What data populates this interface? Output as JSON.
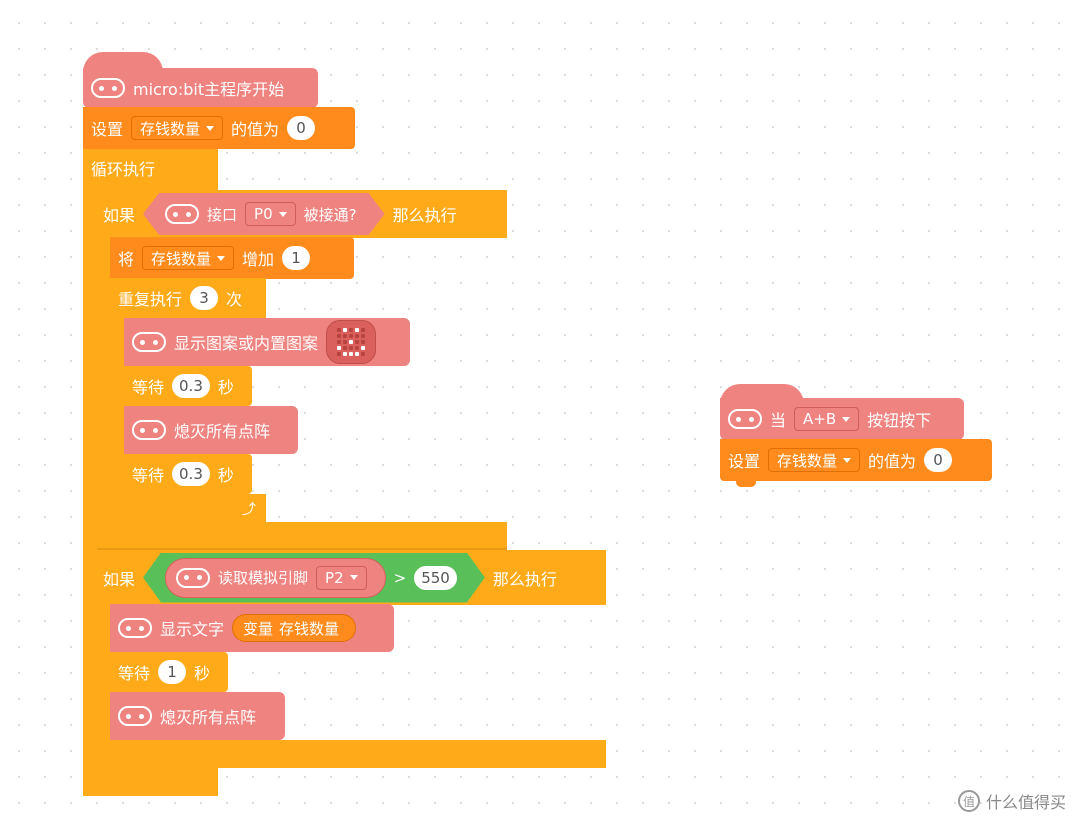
{
  "main_script": {
    "hat_label": "micro:bit主程序开始",
    "set_block": {
      "prefix": "设置",
      "variable": "存钱数量",
      "suffix": "的值为",
      "value": "0"
    },
    "forever_label": "循环执行",
    "if1": {
      "if_label": "如果",
      "condition": {
        "label": "接口",
        "pin": "P0",
        "suffix": "被接通?"
      },
      "then_label": "那么执行",
      "change": {
        "prefix": "将",
        "variable": "存钱数量",
        "suffix": "增加",
        "value": "1"
      },
      "repeat": {
        "label": "重复执行",
        "count": "3",
        "suffix": "次",
        "show_image_label": "显示图案或内置图案",
        "wait1": {
          "label": "等待",
          "value": "0.3",
          "unit": "秒"
        },
        "clear_label": "熄灭所有点阵",
        "wait2": {
          "label": "等待",
          "value": "0.3",
          "unit": "秒"
        }
      }
    },
    "if2": {
      "if_label": "如果",
      "condition": {
        "label": "读取模拟引脚",
        "pin": "P2",
        "op": ">",
        "value": "550"
      },
      "then_label": "那么执行",
      "show_text": {
        "label": "显示文字",
        "var_prefix": "变量",
        "variable": "存钱数量"
      },
      "wait": {
        "label": "等待",
        "value": "1",
        "unit": "秒"
      },
      "clear_label": "熄灭所有点阵"
    }
  },
  "button_script": {
    "hat": {
      "prefix": "当",
      "button": "A+B",
      "suffix": "按钮按下"
    },
    "set_block": {
      "prefix": "设置",
      "variable": "存钱数量",
      "suffix": "的值为",
      "value": "0"
    }
  },
  "watermark": {
    "text": "什么值得买",
    "logo": "值"
  },
  "colors": {
    "microbit": "#ef8380",
    "variables": "#fe8b1c",
    "control": "#ffab19",
    "logic": "#59c059"
  }
}
